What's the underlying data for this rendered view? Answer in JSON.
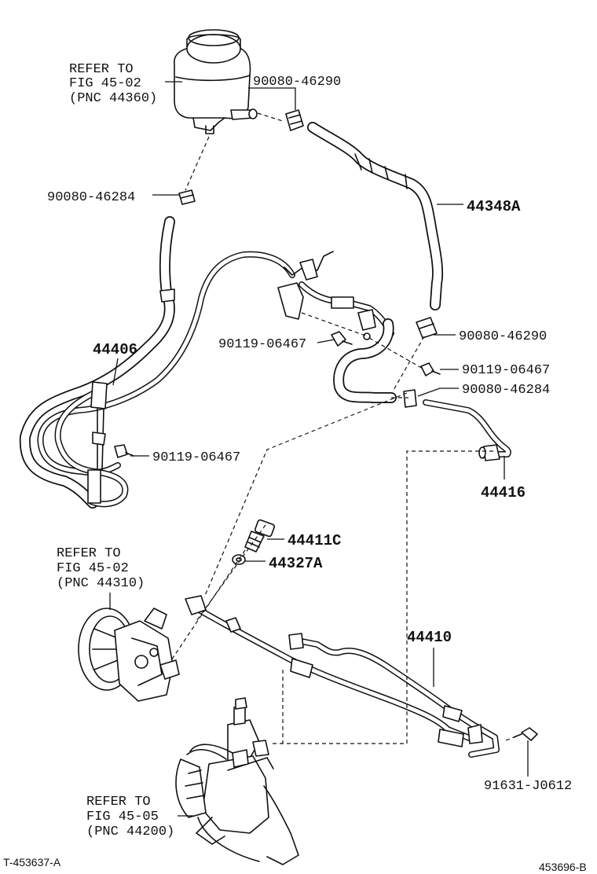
{
  "refs": {
    "reservoir": {
      "line1": "REFER TO",
      "line2": "FIG 45-02",
      "line3": "(PNC 44360)"
    },
    "pump": {
      "line1": "REFER TO",
      "line2": "FIG 45-02",
      "line3": "(PNC 44310)"
    },
    "gear": {
      "line1": "REFER TO",
      "line2": "FIG 45-05",
      "line3": "(PNC 44200)"
    }
  },
  "parts": {
    "clip_top": "90080-46290",
    "clip_left": "90080-46284",
    "hose_return": "44348A",
    "hose_suction": "44406",
    "bolt_upper": "90119-06467",
    "clip_mid": "90080-46290",
    "bolt_mid": "90119-06467",
    "clip_mid2": "90080-46284",
    "bolt_left": "90119-06467",
    "tube_return": "44416",
    "union_bolt": "44411C",
    "gasket": "44327A",
    "pressure_tube": "44410",
    "bolt_bottom": "91631-J0612"
  },
  "footer": {
    "left": "T-453637-A",
    "right": "453696-B"
  }
}
